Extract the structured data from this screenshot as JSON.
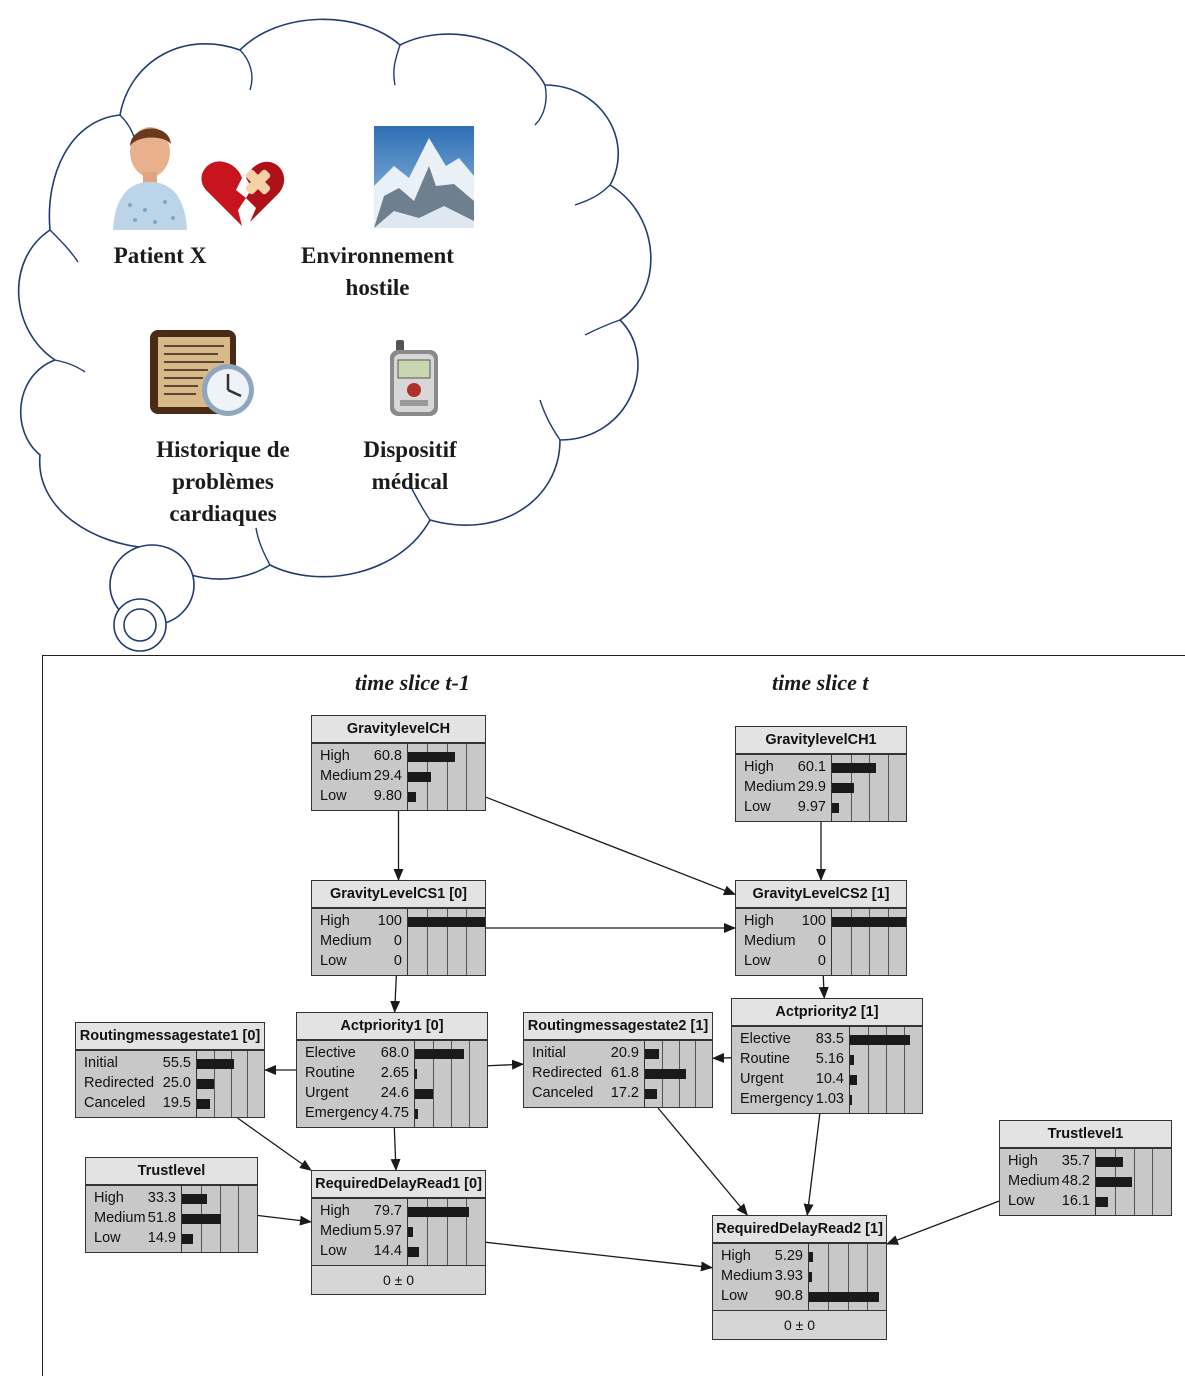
{
  "cloud": {
    "items": [
      {
        "key": "patient",
        "label_lines": [
          "Patient X"
        ],
        "icon": "patient-icon"
      },
      {
        "key": "environment",
        "label_lines": [
          "Environnement",
          "hostile"
        ],
        "icon": "mountain-icon"
      },
      {
        "key": "history",
        "label_lines": [
          "Historique de",
          "problèmes",
          "cardiaques"
        ],
        "icon": "history-document-icon"
      },
      {
        "key": "device",
        "label_lines": [
          "Dispositif",
          "médical"
        ],
        "icon": "medical-device-icon"
      }
    ],
    "extra_icon": "broken-heart-icon"
  },
  "slices": {
    "t_minus_1": "time slice t-1",
    "t": "time slice t"
  },
  "nodes": {
    "gravity_ch": {
      "title": "GravitylevelCH",
      "states": [
        {
          "label": "High",
          "value": "60.8",
          "fraction": 0.608
        },
        {
          "label": "Medium",
          "value": "29.4",
          "fraction": 0.294
        },
        {
          "label": "Low",
          "value": "9.80",
          "fraction": 0.098
        }
      ]
    },
    "gravity_ch1": {
      "title": "GravitylevelCH1",
      "states": [
        {
          "label": "High",
          "value": "60.1",
          "fraction": 0.601
        },
        {
          "label": "Medium",
          "value": "29.9",
          "fraction": 0.299
        },
        {
          "label": "Low",
          "value": "9.97",
          "fraction": 0.0997
        }
      ]
    },
    "gravity_cs1": {
      "title": "GravityLevelCS1  [0]",
      "states": [
        {
          "label": "High",
          "value": "100",
          "fraction": 1.0
        },
        {
          "label": "Medium",
          "value": "0",
          "fraction": 0
        },
        {
          "label": "Low",
          "value": "0",
          "fraction": 0
        }
      ]
    },
    "gravity_cs2": {
      "title": "GravityLevelCS2  [1]",
      "states": [
        {
          "label": "High",
          "value": "100",
          "fraction": 1.0
        },
        {
          "label": "Medium",
          "value": "0",
          "fraction": 0
        },
        {
          "label": "Low",
          "value": "0",
          "fraction": 0
        }
      ]
    },
    "actpriority1": {
      "title": "Actpriority1  [0]",
      "states": [
        {
          "label": "Elective",
          "value": "68.0",
          "fraction": 0.68
        },
        {
          "label": "Routine",
          "value": "2.65",
          "fraction": 0.0265
        },
        {
          "label": "Urgent",
          "value": "24.6",
          "fraction": 0.246
        },
        {
          "label": "Emergency",
          "value": "4.75",
          "fraction": 0.0475
        }
      ]
    },
    "actpriority2": {
      "title": "Actpriority2  [1]",
      "states": [
        {
          "label": "Elective",
          "value": "83.5",
          "fraction": 0.835
        },
        {
          "label": "Routine",
          "value": "5.16",
          "fraction": 0.0516
        },
        {
          "label": "Urgent",
          "value": "10.4",
          "fraction": 0.104
        },
        {
          "label": "Emergency",
          "value": "1.03",
          "fraction": 0.0103
        }
      ]
    },
    "routing1": {
      "title": "Routingmessagestate1  [0]",
      "states": [
        {
          "label": "Initial",
          "value": "55.5",
          "fraction": 0.555
        },
        {
          "label": "Redirected",
          "value": "25.0",
          "fraction": 0.25
        },
        {
          "label": "Canceled",
          "value": "19.5",
          "fraction": 0.195
        }
      ]
    },
    "routing2": {
      "title": "Routingmessagestate2  [1]",
      "states": [
        {
          "label": "Initial",
          "value": "20.9",
          "fraction": 0.209
        },
        {
          "label": "Redirected",
          "value": "61.8",
          "fraction": 0.618
        },
        {
          "label": "Canceled",
          "value": "17.2",
          "fraction": 0.172
        }
      ]
    },
    "trust": {
      "title": "Trustlevel",
      "states": [
        {
          "label": "High",
          "value": "33.3",
          "fraction": 0.333
        },
        {
          "label": "Medium",
          "value": "51.8",
          "fraction": 0.518
        },
        {
          "label": "Low",
          "value": "14.9",
          "fraction": 0.149
        }
      ]
    },
    "trust1": {
      "title": "Trustlevel1",
      "states": [
        {
          "label": "High",
          "value": "35.7",
          "fraction": 0.357
        },
        {
          "label": "Medium",
          "value": "48.2",
          "fraction": 0.482
        },
        {
          "label": "Low",
          "value": "16.1",
          "fraction": 0.161
        }
      ]
    },
    "delay1": {
      "title": "RequiredDelayRead1  [0]",
      "states": [
        {
          "label": "High",
          "value": "79.7",
          "fraction": 0.797
        },
        {
          "label": "Medium",
          "value": "5.97",
          "fraction": 0.0597
        },
        {
          "label": "Low",
          "value": "14.4",
          "fraction": 0.144
        }
      ],
      "footer": "0 ± 0"
    },
    "delay2": {
      "title": "RequiredDelayRead2  [1]",
      "states": [
        {
          "label": "High",
          "value": "5.29",
          "fraction": 0.0529
        },
        {
          "label": "Medium",
          "value": "3.93",
          "fraction": 0.0393
        },
        {
          "label": "Low",
          "value": "90.8",
          "fraction": 0.908
        }
      ],
      "footer": "0 ± 0"
    }
  },
  "edges": [
    [
      "gravity_ch",
      "gravity_cs1"
    ],
    [
      "gravity_ch",
      "gravity_cs2"
    ],
    [
      "gravity_ch1",
      "gravity_cs2"
    ],
    [
      "gravity_cs1",
      "gravity_cs2"
    ],
    [
      "gravity_cs1",
      "actpriority1"
    ],
    [
      "gravity_cs2",
      "actpriority2"
    ],
    [
      "actpriority1",
      "routing1"
    ],
    [
      "actpriority1",
      "routing2"
    ],
    [
      "actpriority2",
      "routing2"
    ],
    [
      "actpriority1",
      "delay1"
    ],
    [
      "routing1",
      "delay1"
    ],
    [
      "trust",
      "delay1"
    ],
    [
      "delay1",
      "delay2"
    ],
    [
      "routing2",
      "delay2"
    ],
    [
      "actpriority2",
      "delay2"
    ],
    [
      "trust1",
      "delay2"
    ]
  ]
}
